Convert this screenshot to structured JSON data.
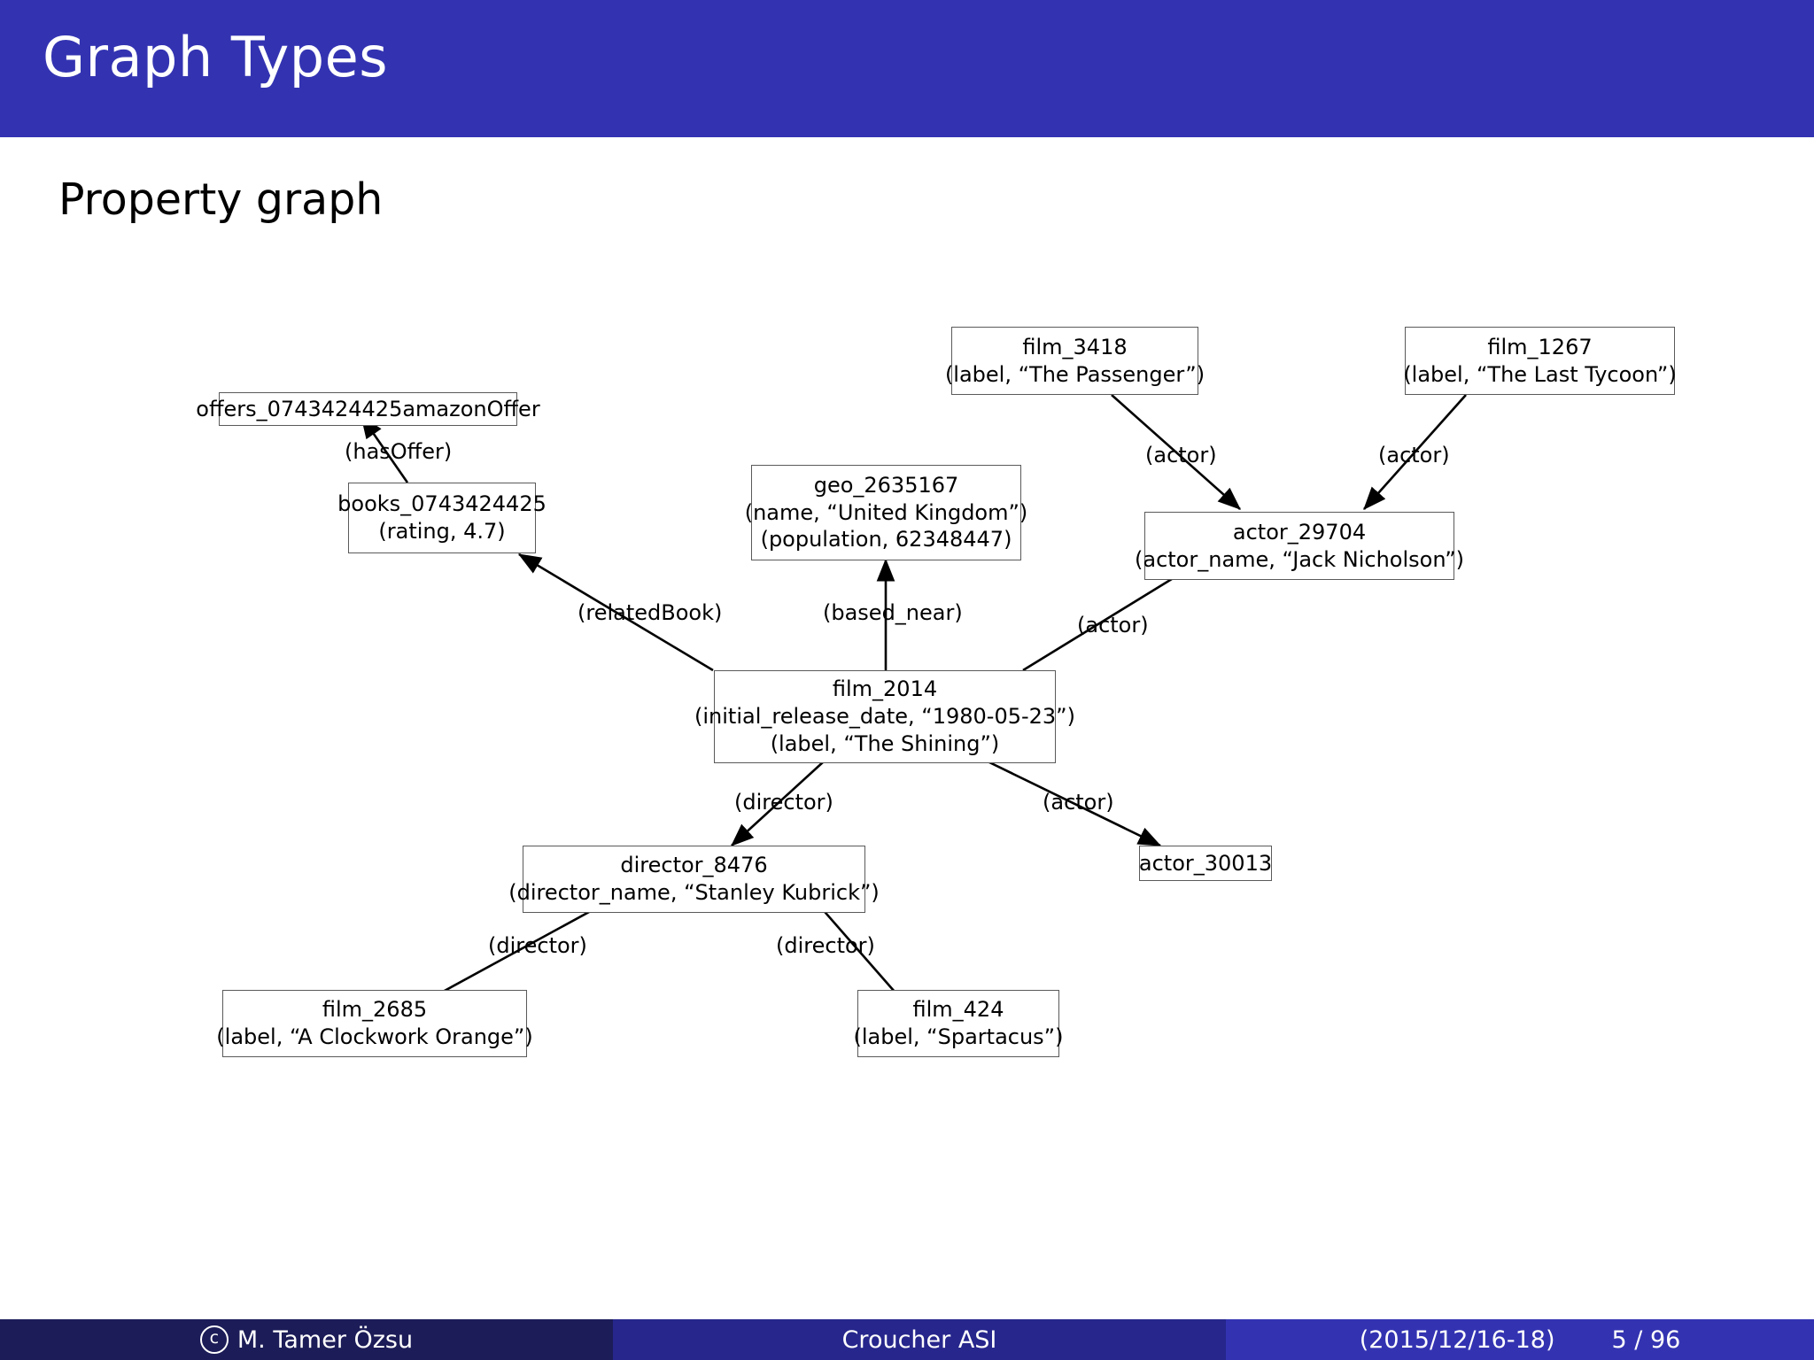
{
  "header": {
    "title": "Graph Types"
  },
  "section": {
    "heading": "Property graph"
  },
  "diagram": {
    "nodes": [
      {
        "id": "offers",
        "lines": [
          "offers_0743424425amazonOffer"
        ]
      },
      {
        "id": "books",
        "lines": [
          "books_0743424425",
          "(rating, 4.7)"
        ]
      },
      {
        "id": "geo",
        "lines": [
          "geo_2635167",
          "(name, “United Kingdom”)",
          "(population, 62348447)"
        ]
      },
      {
        "id": "film3418",
        "lines": [
          "film_3418",
          "(label, “The Passenger”)"
        ]
      },
      {
        "id": "film1267",
        "lines": [
          "film_1267",
          "(label, “The Last Tycoon”)"
        ]
      },
      {
        "id": "actor29704",
        "lines": [
          "actor_29704",
          "(actor_name, “Jack Nicholson”)"
        ]
      },
      {
        "id": "film2014",
        "lines": [
          "film_2014",
          "(initial_release_date, “1980-05-23”)",
          "(label, “The Shining”)"
        ]
      },
      {
        "id": "actor30013",
        "lines": [
          "actor_30013"
        ]
      },
      {
        "id": "director8476",
        "lines": [
          "director_8476",
          "(director_name, “Stanley Kubrick”)"
        ]
      },
      {
        "id": "film2685",
        "lines": [
          "film_2685",
          "(label, “A Clockwork Orange”)"
        ]
      },
      {
        "id": "film424",
        "lines": [
          "film_424",
          "(label, “Spartacus”)"
        ]
      }
    ],
    "edges": [
      {
        "from": "books",
        "to": "offers",
        "label": "(hasOffer)"
      },
      {
        "from": "film2014",
        "to": "books",
        "label": "(relatedBook)"
      },
      {
        "from": "film2014",
        "to": "geo",
        "label": "(based_near)"
      },
      {
        "from": "film2014",
        "to": "actor29704",
        "label": "(actor)"
      },
      {
        "from": "film3418",
        "to": "actor29704",
        "label": "(actor)"
      },
      {
        "from": "film1267",
        "to": "actor29704",
        "label": "(actor)"
      },
      {
        "from": "film2014",
        "to": "director8476",
        "label": "(director)"
      },
      {
        "from": "film2014",
        "to": "actor30013",
        "label": "(actor)"
      },
      {
        "from": "film2685",
        "to": "director8476",
        "label": "(director)"
      },
      {
        "from": "film424",
        "to": "director8476",
        "label": "(director)"
      }
    ]
  },
  "footer": {
    "copyright_mark": "c",
    "author": "M. Tamer Özsu",
    "venue": "Croucher ASI",
    "date": "(2015/12/16-18)",
    "page": "5 / 96"
  },
  "colors": {
    "title_bar": "#3333b2",
    "footer_left": "#1c1c58",
    "footer_mid": "#26268c",
    "footer_right": "#3333b2",
    "node_border": "#5a5a5a",
    "text": "#000000"
  }
}
